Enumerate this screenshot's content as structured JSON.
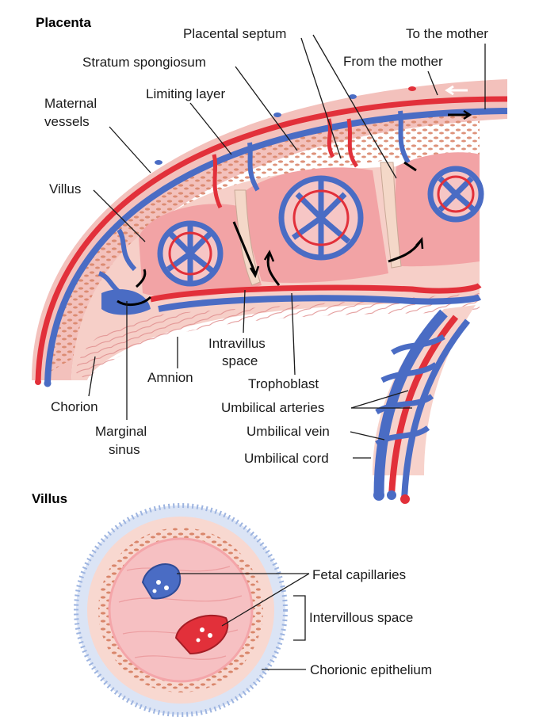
{
  "titles": {
    "placenta": "Placenta",
    "villus": "Villus"
  },
  "labels": {
    "placental_septum": "Placental septum",
    "to_the_mother": "To the mother",
    "stratum_spongiosum": "Stratum spongiosum",
    "from_the_mother": "From the mother",
    "limiting_layer": "Limiting layer",
    "maternal_vessels_1": "Maternal",
    "maternal_vessels_2": "vessels",
    "villus": "Villus",
    "intravillus_space_1": "Intravillus",
    "intravillus_space_2": "space",
    "amnion": "Amnion",
    "trophoblast": "Trophoblast",
    "chorion": "Chorion",
    "umbilical_arteries": "Umbilical arteries",
    "marginal_sinus_1": "Marginal",
    "marginal_sinus_2": "sinus",
    "umbilical_vein": "Umbilical vein",
    "umbilical_cord": "Umbilical cord",
    "fetal_capillaries": "Fetal capillaries",
    "intervillous_space": "Intervillous space",
    "chorionic_epithelium": "Chorionic epithelium"
  },
  "colors": {
    "artery": "#e2303a",
    "vein": "#4a6cc4",
    "tissue_pink": "#f3b9b6",
    "tissue_light": "#f9dcd6",
    "blood_pink": "#f08a8e",
    "septum": "#f4d8c8"
  }
}
